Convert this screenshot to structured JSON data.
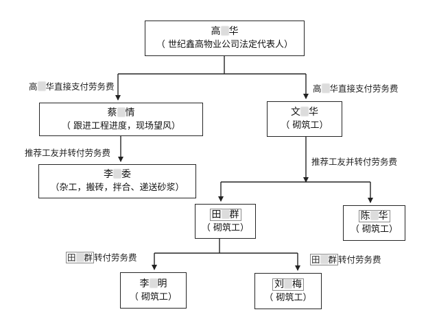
{
  "nodes": {
    "root": {
      "name_pre": "高",
      "name_post": "华",
      "role": "（ 世纪鑫高物业公司法定代表人）"
    },
    "cai": {
      "name_pre": "蔡",
      "name_post": "情",
      "role": "（ 跟进工程进度，现场望风）"
    },
    "wen": {
      "name_pre": "文",
      "name_post": "华",
      "role": "（ 砌筑工）"
    },
    "li_wei": {
      "name_pre": "李",
      "name_post": "委",
      "role": "（杂工，搬砖，拌合、递送砂浆）"
    },
    "tian": {
      "name_pre": "田",
      "name_post": "群",
      "role": "（ 砌筑工）"
    },
    "chen": {
      "name_pre": "陈",
      "name_post": "华",
      "role": "（ 砌筑工）"
    },
    "li_ming": {
      "name_pre": "李",
      "name_post": "明",
      "role": "（ 砌筑工）"
    },
    "liu": {
      "name_pre": "刘",
      "name_post": "梅",
      "role": "（ 砌筑工）"
    }
  },
  "edges": {
    "root_to_cai": {
      "pre": "高",
      "post": "华直接支付劳务费"
    },
    "root_to_wen": {
      "pre": "高",
      "post": "华直接支付劳务费"
    },
    "cai_to_li": "推荐工友并转付劳务费",
    "wen_to_team": "推荐工友并转付劳务费",
    "tian_to_liming": {
      "pre": "田",
      "post": "群",
      "suffix": "转付劳务费"
    },
    "tian_to_liu": {
      "pre": "田",
      "post": "群",
      "suffix": "转付劳务费"
    }
  }
}
